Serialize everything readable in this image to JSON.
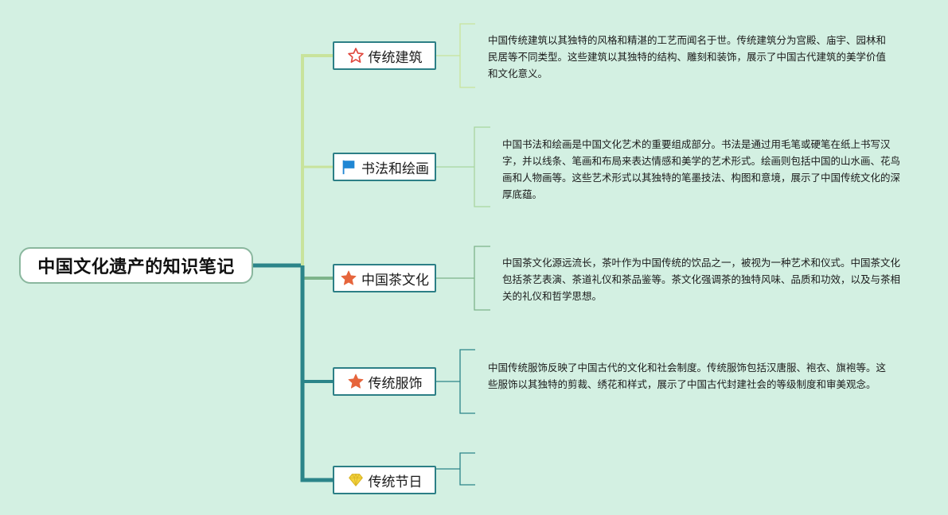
{
  "root": {
    "title": "中国文化遗产的知识笔记"
  },
  "branches": [
    {
      "label": "传统建筑",
      "icon": "star-outline-icon",
      "note": "中国传统建筑以其独特的风格和精湛的工艺而闻名于世。传统建筑分为宫殿、庙宇、园林和民居等不同类型。这些建筑以其独特的结构、雕刻和装饰，展示了中国古代建筑的美学价值和文化意义。"
    },
    {
      "label": "书法和绘画",
      "icon": "flag-icon",
      "note": "中国书法和绘画是中国文化艺术的重要组成部分。书法是通过用毛笔或硬笔在纸上书写汉字，并以线条、笔画和布局来表达情感和美学的艺术形式。绘画则包括中国的山水画、花鸟画和人物画等。这些艺术形式以其独特的笔墨技法、构图和意境，展示了中国传统文化的深厚底蕴。"
    },
    {
      "label": "中国茶文化",
      "icon": "star-filled-icon",
      "note": "中国茶文化源远流长，茶叶作为中国传统的饮品之一，被视为一种艺术和仪式。中国茶文化包括茶艺表演、茶道礼仪和茶品鉴等。茶文化强调茶的独特风味、品质和功效，以及与茶相关的礼仪和哲学思想。"
    },
    {
      "label": "传统服饰",
      "icon": "star-filled-icon",
      "note": "中国传统服饰反映了中国古代的文化和社会制度。传统服饰包括汉唐服、袍衣、旗袍等。这些服饰以其独特的剪裁、绣花和样式，展示了中国古代封建社会的等级制度和审美观念。"
    },
    {
      "label": "传统节日",
      "icon": "diamond-icon",
      "note": ""
    }
  ],
  "colors": {
    "background": "#d3f0e2",
    "main_branch": "#2b8589",
    "upper_branch": "#c8e39c",
    "middle_branch": "#7db48a",
    "star_outline": "#e0473d",
    "star_filled": "#e6653c",
    "flag": "#1f86d3",
    "diamond": "#f4d33c"
  }
}
